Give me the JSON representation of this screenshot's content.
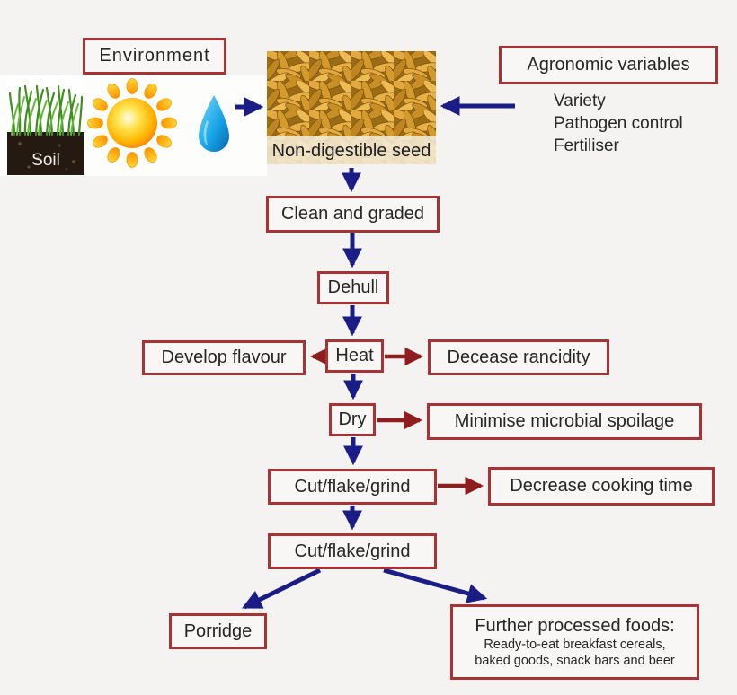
{
  "colors": {
    "background": "#f4f3f1",
    "box_border": "#a93334",
    "box_fill": "#f8f7f5",
    "text": "#262626",
    "blue_arrow": "#1b1d87",
    "red_arrow": "#8e1d1d"
  },
  "environment": {
    "label": "Environment",
    "soil_label": "Soil",
    "sun_icon": "sun-icon",
    "water_drop_icon": "water-drop-icon"
  },
  "seed": {
    "label": "Non-digestible seed",
    "grain_image": "grain-seeds-image"
  },
  "agronomic": {
    "label": "Agronomic variables",
    "items": [
      "Variety",
      "Pathogen control",
      "Fertiliser"
    ]
  },
  "process": {
    "clean": "Clean and graded",
    "dehull": "Dehull",
    "heat": "Heat",
    "dry": "Dry",
    "cut_flake_grind_1": "Cut/flake/grind",
    "cut_flake_grind_2": "Cut/flake/grind"
  },
  "effects": {
    "develop_flavour": "Develop flavour",
    "decease_rancidity": "Decease rancidity",
    "minimise_microbial_spoilage": "Minimise microbial spoilage",
    "decrease_cooking_time": "Decrease cooking time"
  },
  "outputs": {
    "porridge": "Porridge",
    "further_title": "Further processed foods:",
    "further_detail_line1": "Ready-to-eat breakfast cereals,",
    "further_detail_line2": "baked goods, snack bars and beer"
  }
}
